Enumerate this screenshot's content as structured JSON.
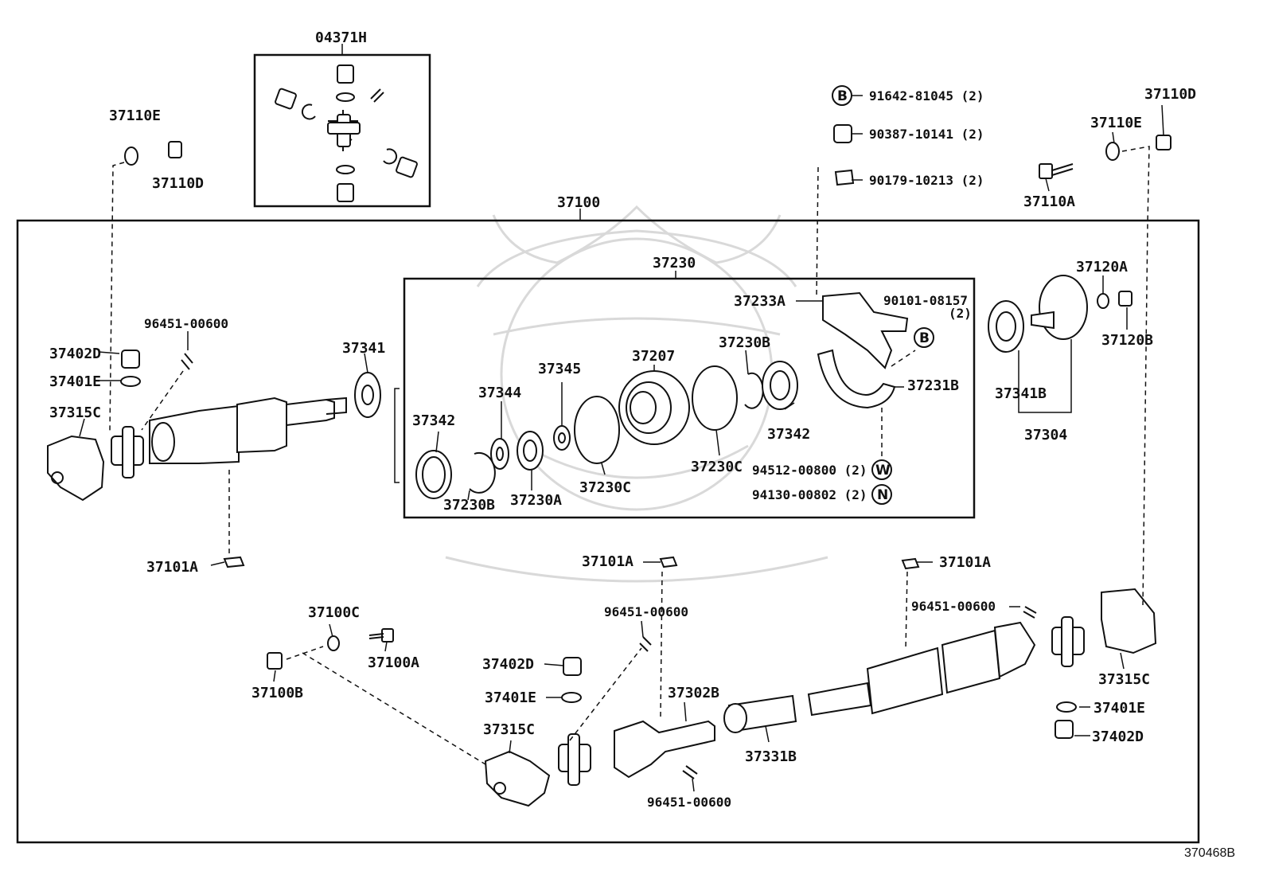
{
  "diagram_code": "370468B",
  "labels": {
    "p04371H": "04371H",
    "p37100": "37100",
    "p37110E_l": "37110E",
    "p37110D_l": "37110D",
    "p96451_a": "96451-00600",
    "p37402D_l": "37402D",
    "p37401E_l": "37401E",
    "p37315C_l": "37315C",
    "p37341": "37341",
    "p37101A_l": "37101A",
    "p37230": "37230",
    "p37233A": "37233A",
    "p90101": "90101-08157",
    "p90101_qty": "(2)",
    "p37230B_r": "37230B",
    "p37207": "37207",
    "p37345": "37345",
    "p37344": "37344",
    "p37342_l": "37342",
    "p37342_r": "37342",
    "p37231B": "37231B",
    "p37230C_l": "37230C",
    "p37230C_r": "37230C",
    "p37230B_l": "37230B",
    "p37230A": "37230A",
    "p94512": "94512-00800 (2)",
    "p94130": "94130-00802 (2)",
    "p91642": "91642-81045 (2)",
    "p90387": "90387-10141 (2)",
    "p90179": "90179-10213 (2)",
    "p37110A": "37110A",
    "p37110E_r": "37110E",
    "p37110D_r": "37110D",
    "p37120A": "37120A",
    "p37120B": "37120B",
    "p37341B": "37341B",
    "p37304": "37304",
    "p37101A_m": "37101A",
    "p37101A_r": "37101A",
    "p96451_b": "96451-00600",
    "p96451_c": "96451-00600",
    "p96451_d": "96451-00600",
    "p37100C": "37100C",
    "p37100A": "37100A",
    "p37100B": "37100B",
    "p37402D_m": "37402D",
    "p37401E_m": "37401E",
    "p37315C_m": "37315C",
    "p37302B": "37302B",
    "p37331B": "37331B",
    "p37315C_r": "37315C",
    "p37401E_r": "37401E",
    "p37402D_r": "37402D"
  },
  "ref_letters": {
    "B": "B",
    "W": "W",
    "N": "N"
  }
}
